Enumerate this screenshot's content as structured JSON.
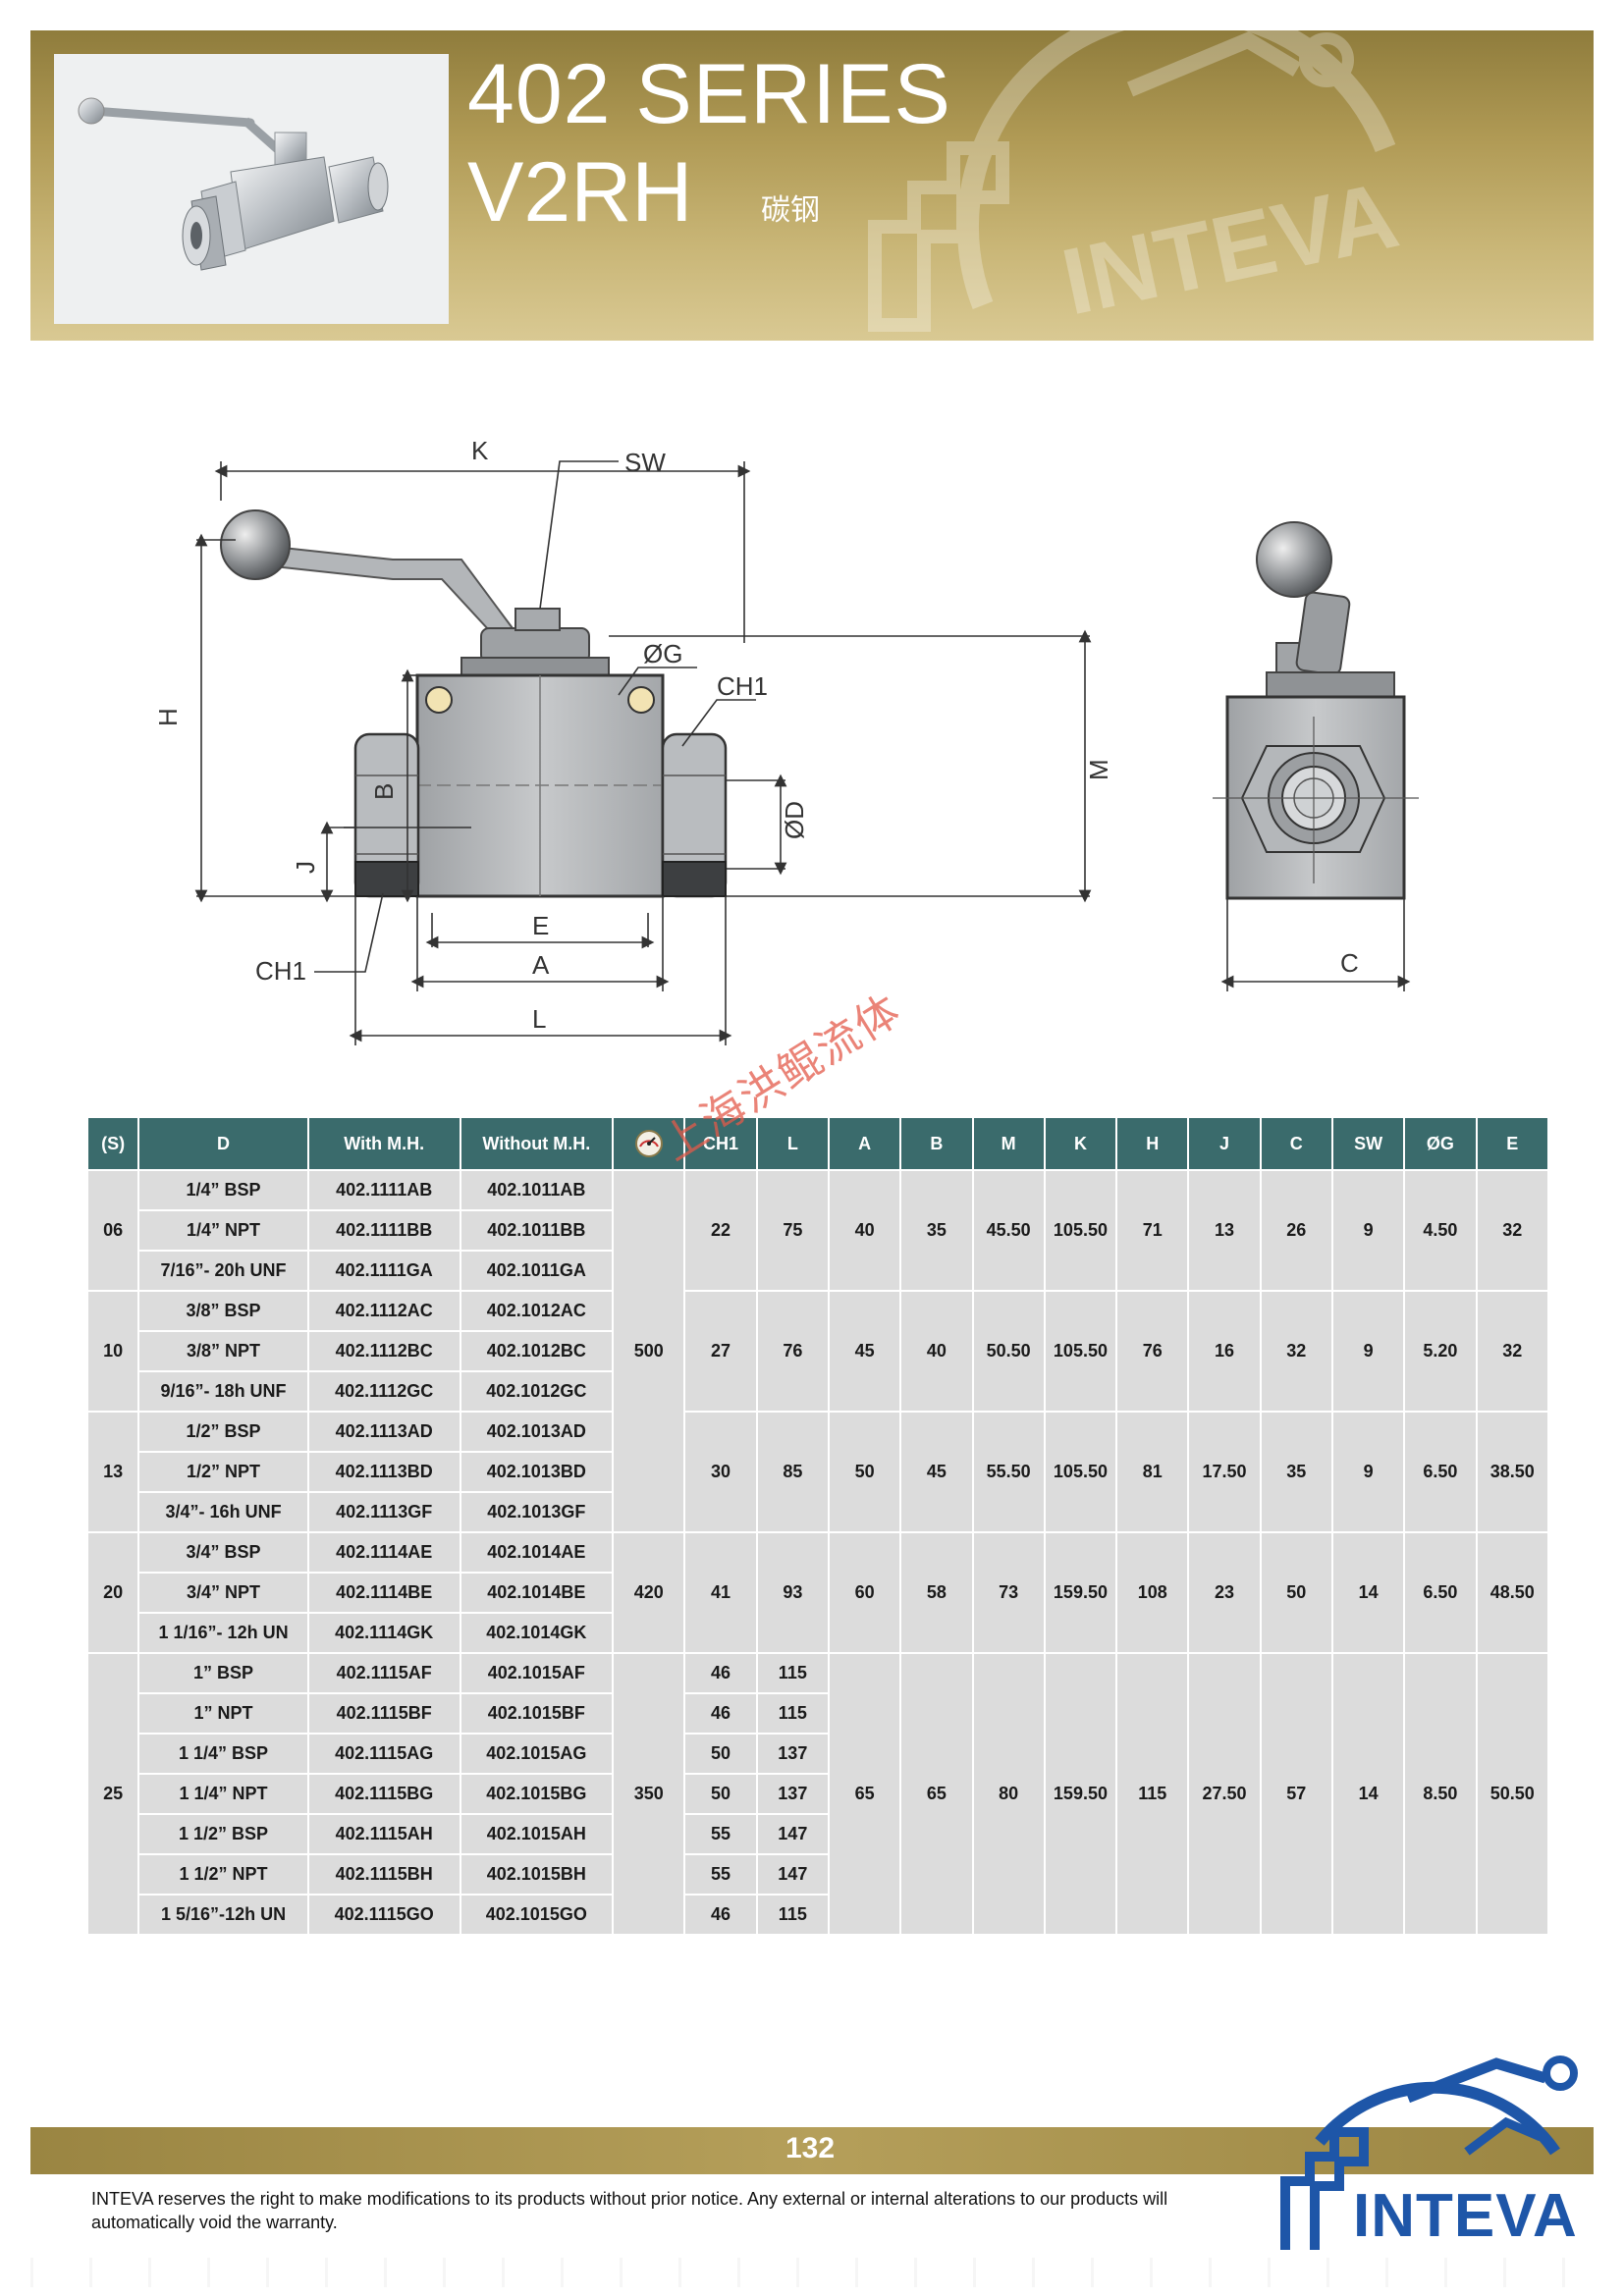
{
  "header": {
    "title": "402 SERIES",
    "model": "V2RH",
    "material": "碳钢",
    "watermark_text": "INTEVA"
  },
  "drawing": {
    "labels": {
      "K": "K",
      "SW": "SW",
      "G": "ØG",
      "CH1_right": "CH1",
      "H": "H",
      "B": "B",
      "M": "M",
      "D": "ØD",
      "J": "J",
      "E": "E",
      "A": "A",
      "L": "L",
      "CH1_left": "CH1",
      "C": "C"
    }
  },
  "table": {
    "headers": [
      "(S)",
      "D",
      "With M.H.",
      "Without M.H.",
      "",
      "CH1",
      "L",
      "A",
      "B",
      "M",
      "K",
      "H",
      "J",
      "C",
      "SW",
      "ØG",
      "E"
    ],
    "groups": [
      {
        "s": "06",
        "pressure": "500",
        "rows": [
          {
            "d": "1/4” BSP",
            "with": "402.1111AB",
            "without": "402.1011AB"
          },
          {
            "d": "1/4” NPT",
            "with": "402.1111BB",
            "without": "402.1011BB"
          },
          {
            "d": "7/16”- 20h UNF",
            "with": "402.1111GA",
            "without": "402.1011GA"
          }
        ],
        "ch1": "22",
        "l": "75",
        "a": "40",
        "b": "35",
        "m": "45.50",
        "k": "105.50",
        "h": "71",
        "j": "13",
        "c": "26",
        "sw": "9",
        "g": "4.50",
        "e": "32"
      },
      {
        "s": "10",
        "rows": [
          {
            "d": "3/8” BSP",
            "with": "402.1112AC",
            "without": "402.1012AC"
          },
          {
            "d": "3/8” NPT",
            "with": "402.1112BC",
            "without": "402.1012BC"
          },
          {
            "d": "9/16”- 18h UNF",
            "with": "402.1112GC",
            "without": "402.1012GC"
          }
        ],
        "ch1": "27",
        "l": "76",
        "a": "45",
        "b": "40",
        "m": "50.50",
        "k": "105.50",
        "h": "76",
        "j": "16",
        "c": "32",
        "sw": "9",
        "g": "5.20",
        "e": "32"
      },
      {
        "s": "13",
        "rows": [
          {
            "d": "1/2” BSP",
            "with": "402.1113AD",
            "without": "402.1013AD"
          },
          {
            "d": "1/2” NPT",
            "with": "402.1113BD",
            "without": "402.1013BD"
          },
          {
            "d": "3/4”- 16h UNF",
            "with": "402.1113GF",
            "without": "402.1013GF"
          }
        ],
        "ch1": "30",
        "l": "85",
        "a": "50",
        "b": "45",
        "m": "55.50",
        "k": "105.50",
        "h": "81",
        "j": "17.50",
        "c": "35",
        "sw": "9",
        "g": "6.50",
        "e": "38.50"
      },
      {
        "s": "20",
        "pressure": "420",
        "rows": [
          {
            "d": "3/4” BSP",
            "with": "402.1114AE",
            "without": "402.1014AE"
          },
          {
            "d": "3/4” NPT",
            "with": "402.1114BE",
            "without": "402.1014BE"
          },
          {
            "d": "1 1/16”- 12h UN",
            "with": "402.1114GK",
            "without": "402.1014GK"
          }
        ],
        "ch1": "41",
        "l": "93",
        "a": "60",
        "b": "58",
        "m": "73",
        "k": "159.50",
        "h": "108",
        "j": "23",
        "c": "50",
        "sw": "14",
        "g": "6.50",
        "e": "48.50"
      },
      {
        "s": "25",
        "pressure": "350",
        "rows": [
          {
            "d": "1” BSP",
            "with": "402.1115AF",
            "without": "402.1015AF",
            "ch1": "46",
            "l": "115"
          },
          {
            "d": "1” NPT",
            "with": "402.1115BF",
            "without": "402.1015BF",
            "ch1": "46",
            "l": "115"
          },
          {
            "d": "1 1/4” BSP",
            "with": "402.1115AG",
            "without": "402.1015AG",
            "ch1": "50",
            "l": "137"
          },
          {
            "d": "1 1/4” NPT",
            "with": "402.1115BG",
            "without": "402.1015BG",
            "ch1": "50",
            "l": "137"
          },
          {
            "d": "1 1/2” BSP",
            "with": "402.1115AH",
            "without": "402.1015AH",
            "ch1": "55",
            "l": "147"
          },
          {
            "d": "1 1/2” NPT",
            "with": "402.1115BH",
            "without": "402.1015BH",
            "ch1": "55",
            "l": "147"
          },
          {
            "d": "1 5/16”-12h UN",
            "with": "402.1115GO",
            "without": "402.1015GO",
            "ch1": "46",
            "l": "115"
          }
        ],
        "a": "65",
        "b": "65",
        "m": "80",
        "k": "159.50",
        "h": "115",
        "j": "27.50",
        "c": "57",
        "sw": "14",
        "g": "8.50",
        "e": "50.50"
      }
    ]
  },
  "stamp": "上海洪鲲流体",
  "footer": {
    "page_number": "132",
    "disclaimer": "INTEVA reserves the right to make modifications to its products without prior notice. Any external or internal alterations to our products will automatically void the warranty.",
    "logo_text": "INTEVA"
  },
  "colors": {
    "banner_gold": "#b09a55",
    "table_header": "#3a6b6c",
    "table_cell": "#dcdcdc",
    "logo_blue": "#1e56a8",
    "stamp_red": "#e35a4a"
  }
}
